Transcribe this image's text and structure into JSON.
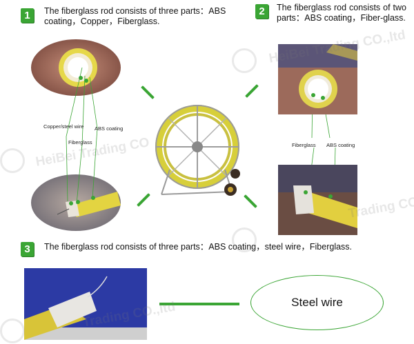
{
  "steps": [
    {
      "number": "1",
      "text": "The fiberglass rod consists of three parts：ABS coating，Copper，Fiberglass."
    },
    {
      "number": "2",
      "text": "The fiberglass rod consists of two parts：ABS coating，Fiber-glass."
    },
    {
      "number": "3",
      "text": "The fiberglass rod consists of three parts：ABS coating，steel wire，Fiberglass."
    }
  ],
  "labels": {
    "copper_steel_wire": "Copper/steel wire",
    "fiberglass_1": "Fiberglass",
    "abs_coating_1": "ABS coating",
    "fiberglass_2": "Fiberglass",
    "abs_coating_2": "ABS coating"
  },
  "callout": {
    "text": "Steel wire"
  },
  "watermarks": {
    "w1": "HeiBei   Trading CO.,ltd",
    "w2": "HeiBei   Trading CO",
    "w3": "Trading CO",
    "w4": "Trading CO.,ltd"
  },
  "colors": {
    "accent_green": "#3aa534",
    "rod_yellow": "#e8d83a",
    "callout_border": "#3aa534"
  }
}
